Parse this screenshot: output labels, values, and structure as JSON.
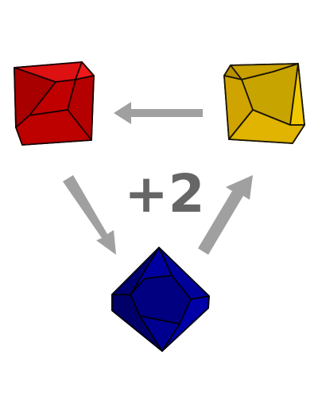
{
  "diagram": {
    "center_label": "+2",
    "nodes": [
      {
        "id": "red",
        "color": "#cc0000",
        "shape": "polyhedron"
      },
      {
        "id": "yellow",
        "color": "#e0b000",
        "shape": "polyhedron"
      },
      {
        "id": "blue",
        "color": "#00008b",
        "shape": "polyhedron"
      }
    ],
    "edges": [
      {
        "from": "yellow",
        "to": "red"
      },
      {
        "from": "red",
        "to": "blue"
      },
      {
        "from": "blue",
        "to": "yellow"
      }
    ],
    "arrow_color": "#a0a0a0"
  }
}
